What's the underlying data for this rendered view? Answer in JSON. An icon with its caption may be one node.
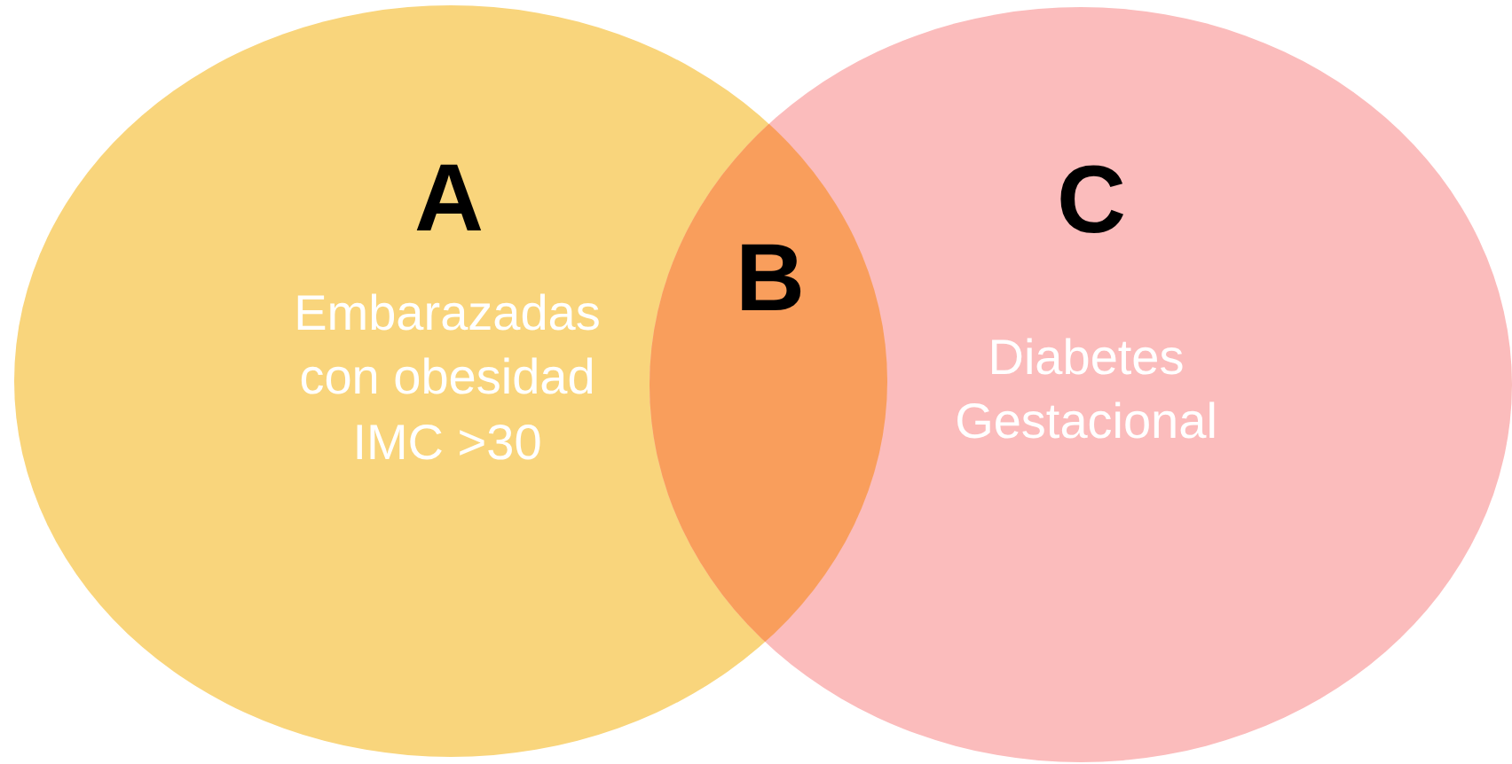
{
  "diagram": {
    "nodes": [
      {
        "text": [
          "A",
          "Embarazadas con obesidad IMC >30"
        ]
      },
      {
        "text": [
          "C",
          "Diabetes Gestacional"
        ]
      },
      {
        "text": [
          "B"
        ]
      }
    ]
  }
}
